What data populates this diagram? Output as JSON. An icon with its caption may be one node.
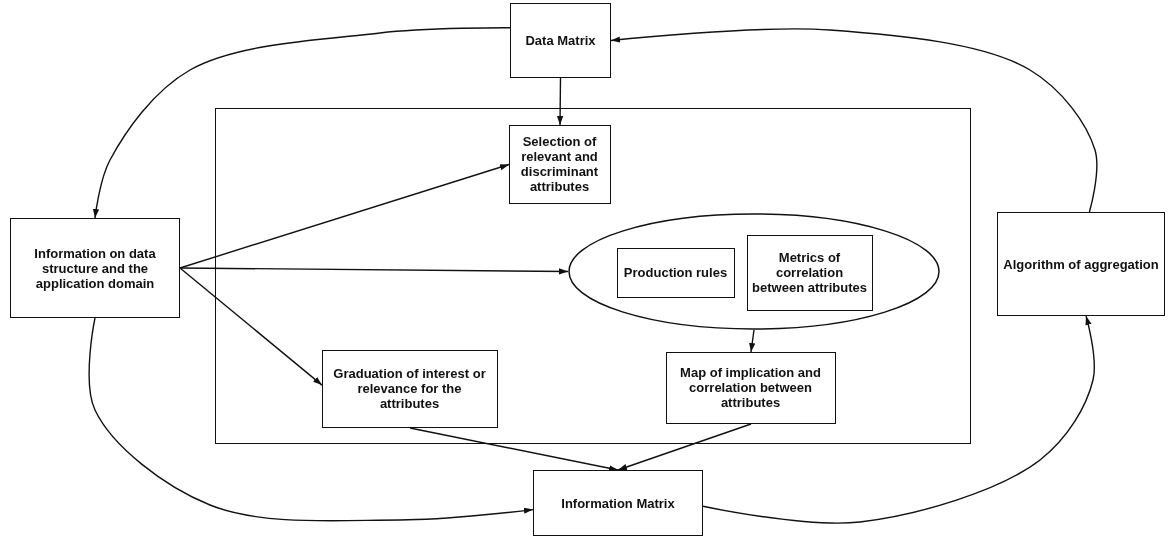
{
  "diagram": {
    "nodes": [
      {
        "text": [
          "Data Matrix"
        ]
      },
      {
        "text": [],
        "shape": "box"
      },
      {
        "text": [
          "Selection of relevant and discriminant attributes"
        ],
        "in": 1
      },
      {
        "text": [
          "Information on data structure and the application domain"
        ]
      },
      {
        "text": [],
        "shape": "ellipse",
        "in": 1
      },
      {
        "text": [
          "Production rules"
        ],
        "in": 4
      },
      {
        "text": [
          "Metrics of correlation between attributes"
        ],
        "in": 4
      },
      {
        "text": [
          "Graduation of interest or relevance for the attributes"
        ],
        "in": 1
      },
      {
        "text": [
          "Map of implication and correlation between attributes"
        ],
        "in": 1
      },
      {
        "text": [
          "Information Matrix"
        ]
      },
      {
        "text": [
          "Algorithm of aggregation"
        ]
      }
    ],
    "edges": [
      {
        "from": 0,
        "to": 2,
        "arrow": "to"
      },
      {
        "from": 0,
        "to": 3,
        "arrow": "to"
      },
      {
        "from": 10,
        "to": 0,
        "arrow": "to"
      },
      {
        "from": 3,
        "to": 2,
        "arrow": "to"
      },
      {
        "from": 3,
        "to": 4,
        "arrow": "to"
      },
      {
        "from": 3,
        "to": 7,
        "arrow": "to"
      },
      {
        "from": 3,
        "to": 9,
        "arrow": "to"
      },
      {
        "from": 7,
        "to": 9,
        "arrow": "to"
      },
      {
        "from": 8,
        "to": 9,
        "arrow": "to"
      },
      {
        "from": 4,
        "to": 8,
        "arrow": "to"
      },
      {
        "from": 9,
        "to": 10,
        "arrow": "to"
      }
    ]
  }
}
